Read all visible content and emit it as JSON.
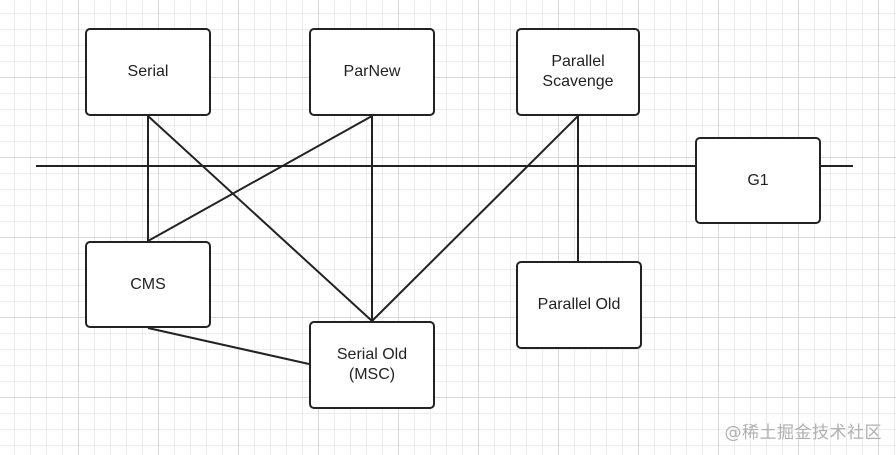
{
  "nodes": {
    "serial": "Serial",
    "parnew": "ParNew",
    "parallel_scavenge": "Parallel\nScavenge",
    "g1": "G1",
    "cms": "CMS",
    "serial_old": "Serial Old\n(MSC)",
    "parallel_old": "Parallel Old"
  },
  "watermark": "@稀土掘金技术社区",
  "colors": {
    "line": "#222222",
    "box_border": "#222222",
    "grid_major": "#d9d9d9",
    "grid_minor": "#ededed",
    "watermark": "#b0b0b0"
  }
}
